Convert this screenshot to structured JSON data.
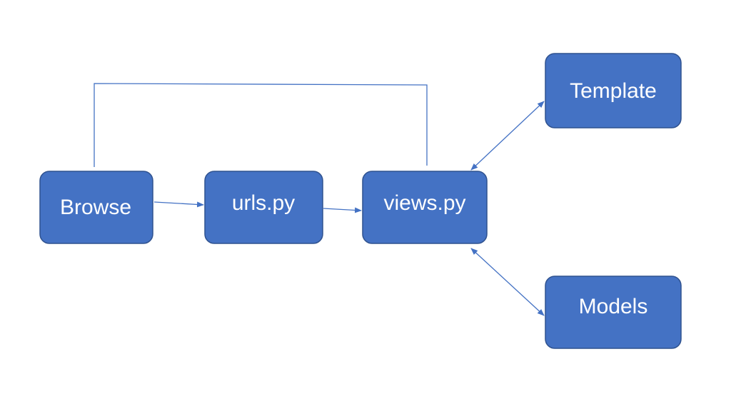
{
  "diagram": {
    "nodes": {
      "browse": {
        "label": "Browse"
      },
      "urls": {
        "label": "urls.py"
      },
      "views": {
        "label": "views.py"
      },
      "template": {
        "label": "Template"
      },
      "models": {
        "label": "Models"
      }
    }
  },
  "colors": {
    "node_fill": "#4472C4",
    "node_border": "#2F528F",
    "node_text": "#FFFFFF",
    "connector": "#4472C4",
    "background": "#FFFFFF"
  }
}
